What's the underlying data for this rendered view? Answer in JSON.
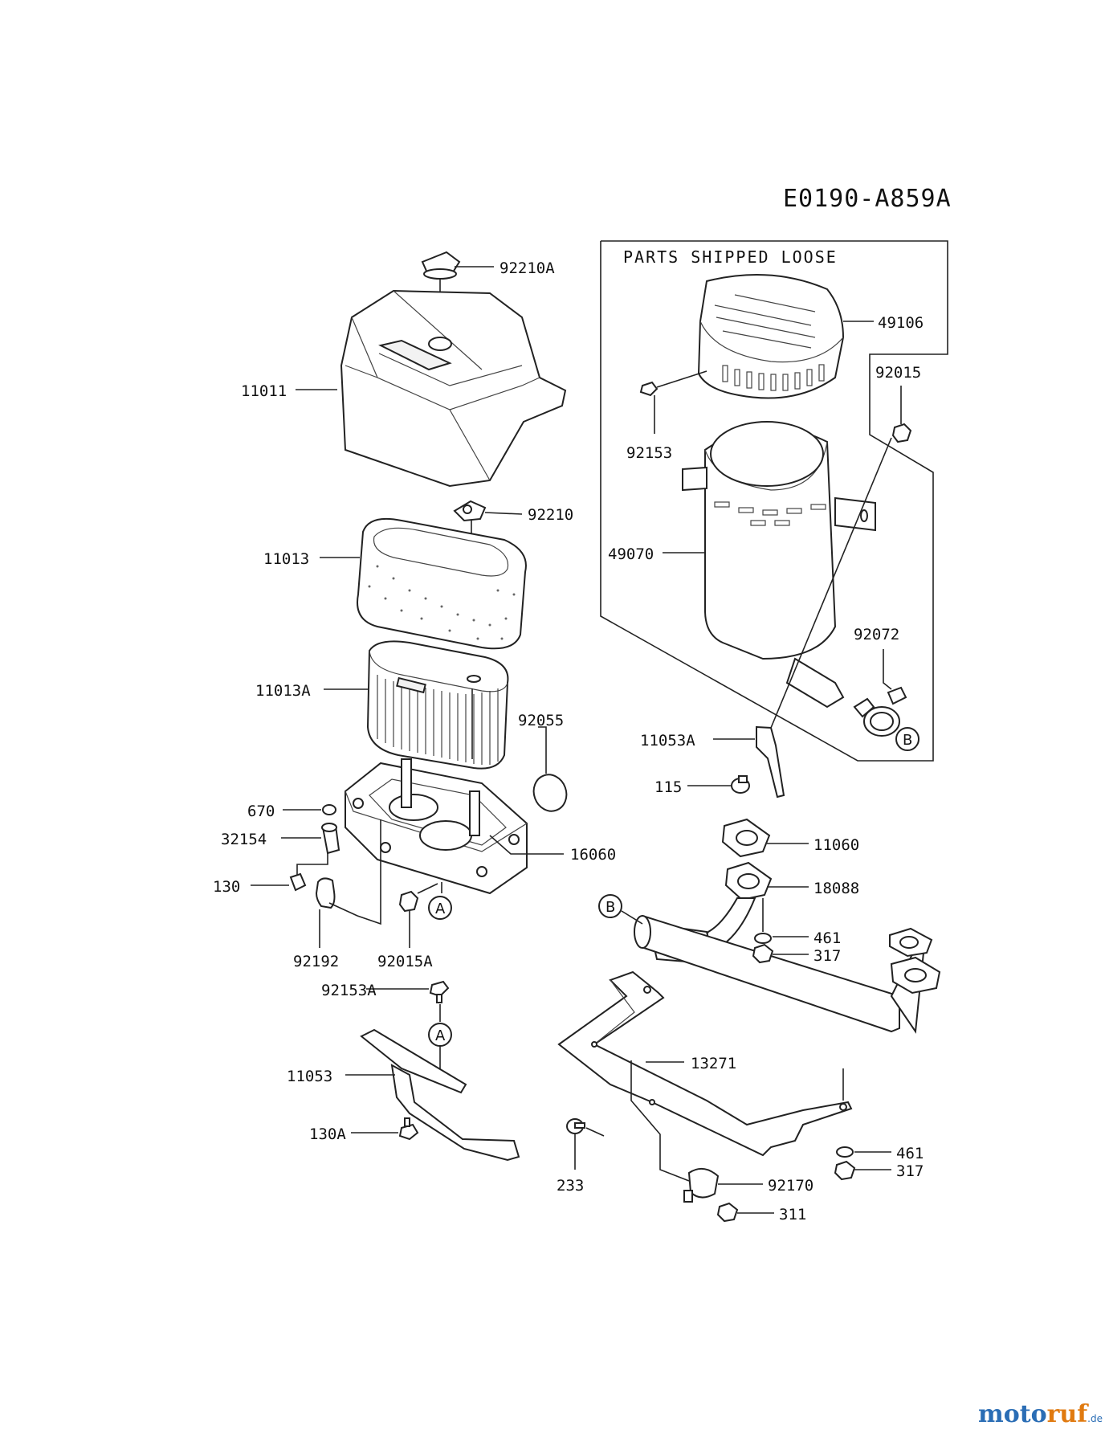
{
  "diagram": {
    "code": "E0190-A859A",
    "box_title": "PARTS SHIPPED LOOSE",
    "labels": {
      "p92210A": "92210A",
      "p11011": "11011",
      "p92210": "92210",
      "p11013": "11013",
      "p11013A": "11013A",
      "p92055": "92055",
      "p670": "670",
      "p32154": "32154",
      "p130": "130",
      "p16060": "16060",
      "p92192": "92192",
      "p92015A": "92015A",
      "p92153A": "92153A",
      "p11053": "11053",
      "p130A": "130A",
      "p49106": "49106",
      "p92015": "92015",
      "p92153": "92153",
      "p49070": "49070",
      "p92072": "92072",
      "p11053A": "11053A",
      "p115": "115",
      "p11060": "11060",
      "p18088": "18088",
      "p461a": "461",
      "p317a": "317",
      "p13271": "13271",
      "p233": "233",
      "p461b": "461",
      "p317b": "317",
      "p92170": "92170",
      "p311": "311"
    },
    "refs": {
      "a1": "A",
      "a2": "A",
      "b1": "B",
      "b2": "B"
    }
  },
  "watermark": {
    "part1": "moto",
    "part2": "ruf",
    "suffix": ".de"
  }
}
